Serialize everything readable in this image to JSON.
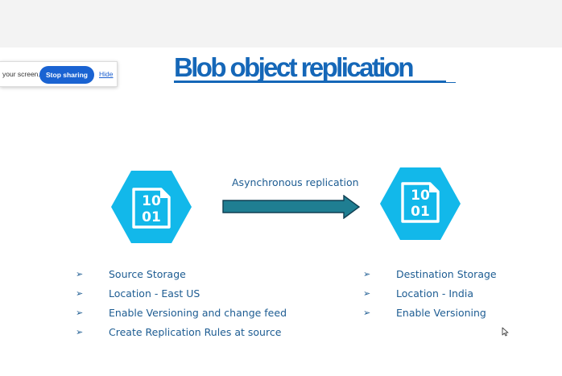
{
  "share_bar": {
    "message": "your screen.",
    "stop_label": "Stop sharing",
    "hide_label": "Hide"
  },
  "slide": {
    "title": "Blob object replication",
    "arrow_label": "Asynchronous replication",
    "source_icon_text": [
      "10",
      "01"
    ],
    "destination_icon_text": [
      "10",
      "01"
    ],
    "left_bullets": [
      "Source Storage",
      "Location -  East US",
      "Enable Versioning and change feed",
      "Create Replication Rules at source"
    ],
    "right_bullets": [
      "Destination Storage",
      "Location - India",
      "Enable Versioning"
    ],
    "bullet_marker": "➢"
  },
  "colors": {
    "title": "#1567b8",
    "text": "#1d5c92",
    "hexagon": "#12b8ea",
    "arrow_fill": "#1f7e92",
    "button": "#1a63d2"
  },
  "icons": {
    "storage_icon": "binary-file-icon",
    "arrow_icon": "right-arrow-icon",
    "cursor_icon": "mouse-pointer-icon"
  }
}
